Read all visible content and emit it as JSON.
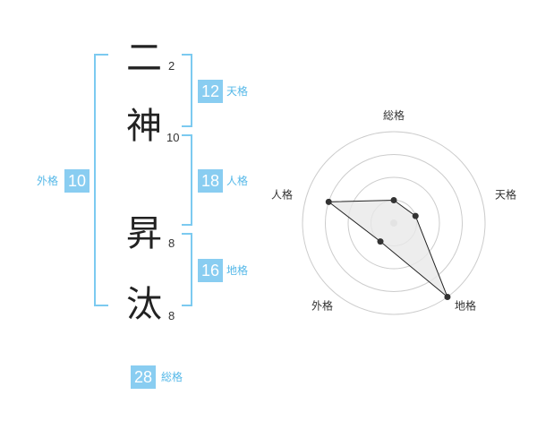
{
  "name": {
    "chars": [
      {
        "char": "二",
        "strokes": "2"
      },
      {
        "char": "神",
        "strokes": "10"
      },
      {
        "char": "昇",
        "strokes": "8"
      },
      {
        "char": "汰",
        "strokes": "8"
      }
    ]
  },
  "fortunes": {
    "tenkaku": {
      "value": "12",
      "label": "天格"
    },
    "jinkaku": {
      "value": "18",
      "label": "人格"
    },
    "chikaku": {
      "value": "16",
      "label": "地格"
    },
    "gaikaku": {
      "value": "10",
      "label": "外格"
    },
    "soukaku": {
      "value": "28",
      "label": "総格"
    }
  },
  "chart_data": {
    "type": "radar",
    "axes": [
      "総格",
      "天格",
      "地格",
      "外格",
      "人格"
    ],
    "levels": 4,
    "values": [
      1,
      1,
      4,
      1,
      3
    ],
    "max": 4,
    "colors": {
      "grid": "#cccccc",
      "fill": "#e8e8e8",
      "line": "#222222",
      "point": "#333333",
      "center": "#cccccc"
    }
  }
}
